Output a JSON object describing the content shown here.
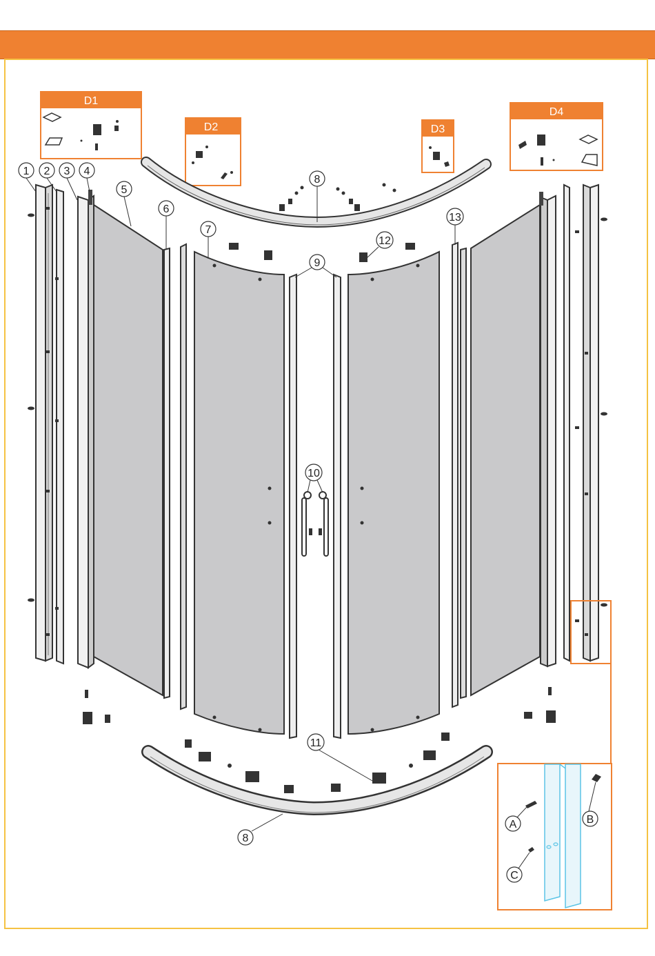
{
  "colors": {
    "header": "#ef8131",
    "frame_border": "#f5c242",
    "box_border": "#ef8131",
    "glass": "#c9c9cb",
    "detail_profile": "#5bc4e6"
  },
  "accessory_boxes": [
    {
      "id": "d1",
      "label": "D1"
    },
    {
      "id": "d2",
      "label": "D2"
    },
    {
      "id": "d3",
      "label": "D3"
    },
    {
      "id": "d4",
      "label": "D4"
    }
  ],
  "part_numbers": {
    "p1": "1",
    "p2": "2",
    "p3": "3",
    "p4": "4",
    "p5": "5",
    "p6": "6",
    "p7": "7",
    "p8_top": "8",
    "p8_bottom": "8",
    "p9": "9",
    "p10": "10",
    "p11": "11",
    "p12": "12",
    "p13": "13"
  },
  "detail_labels": {
    "a": "A",
    "b": "B",
    "c": "C"
  }
}
